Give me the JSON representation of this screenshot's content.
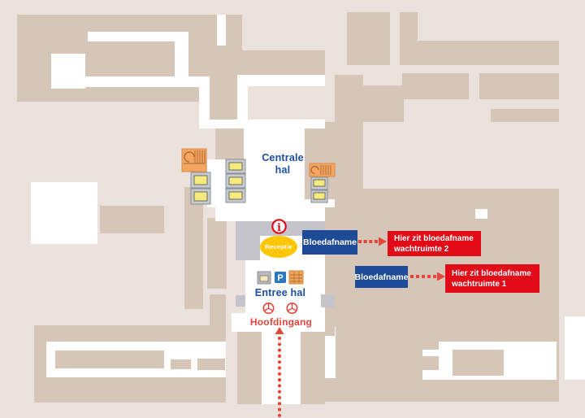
{
  "labels": {
    "central_hall_line1": "Centrale",
    "central_hall_line2": "hal",
    "entrance_hall": "Entree hal",
    "main_entrance": "Hoofdingang",
    "reception": "Receptie",
    "parking_letter": "P",
    "info_letter": "i"
  },
  "blood_draw_boxes": [
    {
      "label": "Bloedafname"
    },
    {
      "label": "Bloedafname"
    }
  ],
  "callouts": [
    {
      "line1": "Hier zit bloedafname",
      "line2": "wachtruimte 2"
    },
    {
      "line1": "Hier zit bloedafname",
      "line2": "wachtruimte 1"
    }
  ],
  "icons": {
    "stairs": "stairs-icon",
    "elevator": "elevator-icon",
    "parking": "parking-icon",
    "info": "info-icon",
    "revolving_door": "revolving-door-icon"
  },
  "colors": {
    "background": "#ece2dd",
    "building": "#d6c6b7",
    "corridor": "#ffffff",
    "reception_area_gray": "#c5c4ca",
    "blue_box": "#1d4b97",
    "blue_text": "#1c4da1",
    "red_box": "#e20c18",
    "red_accent": "#e5463b",
    "yellow": "#fdc600",
    "orange_stairs": "#f3a561"
  }
}
